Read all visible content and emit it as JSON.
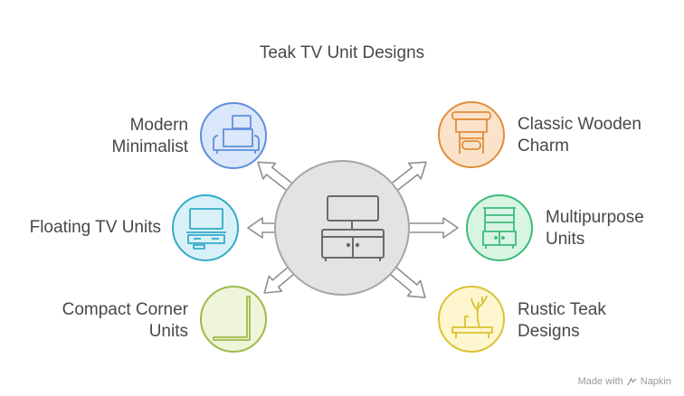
{
  "title": "Teak TV Unit Designs",
  "center": {
    "icon": "tv-cabinet-icon",
    "color": "#e3e3e3",
    "stroke": "#a6a6a6"
  },
  "items": [
    {
      "label_line1": "Modern",
      "label_line2": "Minimalist",
      "icon": "sofa-armchair-icon",
      "fill": "#dbe7fa",
      "stroke": "#5e8fd9"
    },
    {
      "label_line1": "Classic Wooden",
      "label_line2": "Charm",
      "icon": "classic-cabinet-icon",
      "fill": "#fbe3cb",
      "stroke": "#e08e3c"
    },
    {
      "label_line1": "Floating TV Units",
      "label_line2": "",
      "icon": "floating-tv-icon",
      "fill": "#d8f1f8",
      "stroke": "#35aac8"
    },
    {
      "label_line1": "Multipurpose",
      "label_line2": "Units",
      "icon": "shelving-unit-icon",
      "fill": "#d8f5e4",
      "stroke": "#3cba78"
    },
    {
      "label_line1": "Compact Corner",
      "label_line2": "Units",
      "icon": "corner-unit-icon",
      "fill": "#eef5d8",
      "stroke": "#9dbb4b"
    },
    {
      "label_line1": "Rustic Teak",
      "label_line2": "Designs",
      "icon": "rustic-bench-icon",
      "fill": "#fdf6cf",
      "stroke": "#dcc131"
    }
  ],
  "watermark": {
    "prefix": "Made with",
    "brand": "Napkin"
  }
}
